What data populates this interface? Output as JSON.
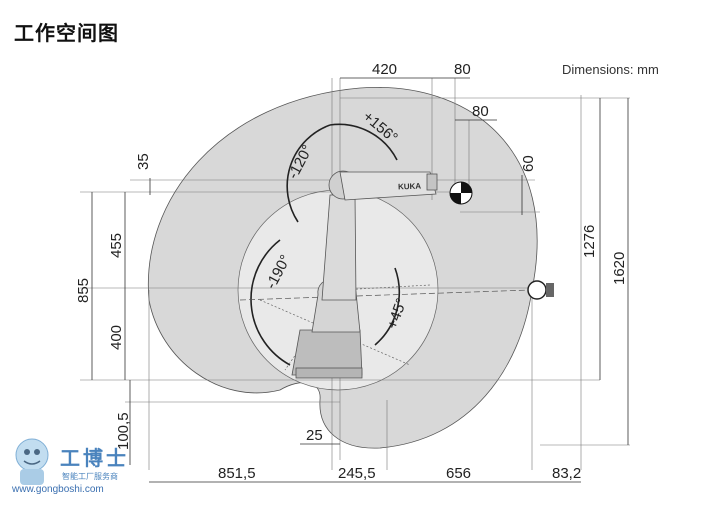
{
  "title": "工作空间图",
  "units_note": "Dimensions: mm",
  "brand_on_arm": "KUKA",
  "dimensions": {
    "top_420": "420",
    "top_80_a": "80",
    "top_80_b": "80",
    "v_35": "35",
    "v_60": "60",
    "v_455": "455",
    "v_855": "855",
    "v_400": "400",
    "v_100_5": "100,5",
    "v_1276": "1276",
    "v_1620": "1620",
    "h_25": "25",
    "bottom_851_5": "851,5",
    "bottom_245_5": "245,5",
    "bottom_656": "656",
    "bottom_83_2": "83,2"
  },
  "angles": {
    "a_plus156": "+156°",
    "a_minus120": "-120°",
    "a_minus190": "-190°",
    "a_plus45": "+45°"
  },
  "watermark": {
    "logo_text": "工博士",
    "subtitle": "智能工厂服务商",
    "site": "www.gongboshi.com"
  }
}
